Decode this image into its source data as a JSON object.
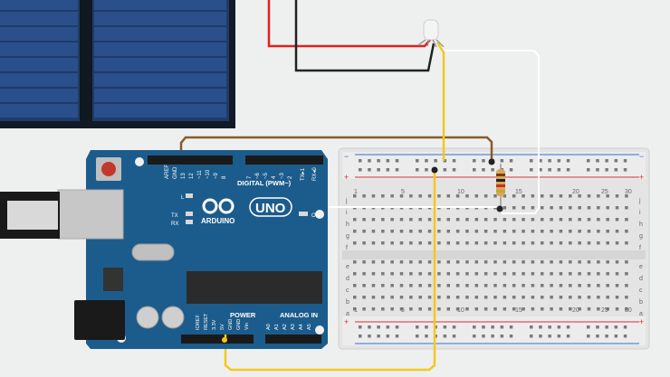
{
  "arduino": {
    "brand": "ARDUINO",
    "model": "UNO",
    "digital_label": "DIGITAL (PWM~)",
    "power_label": "POWER",
    "analog_label": "ANALOG IN",
    "aref": "AREF",
    "gnd": "GND",
    "pin_13": "13",
    "pin_12": "12",
    "pin_11": "~11",
    "pin_10": "~10",
    "pin_9": "~9",
    "pin_8": "8",
    "pin_7": "7",
    "pin_6": "~6",
    "pin_5": "~5",
    "pin_4": "4",
    "pin_3": "~3",
    "pin_2": "2",
    "pin_1": "TX▸1",
    "pin_0": "RX◂0",
    "led_l": "L",
    "led_tx": "TX",
    "led_rx": "RX",
    "on": "ON",
    "ioref": "IOREF",
    "reset": "RESET",
    "v33": "3.3V",
    "v5": "5V",
    "gnd2": "GND",
    "gnd3": "GND",
    "vin": "Vin",
    "a0": "A0",
    "a1": "A1",
    "a2": "A2",
    "a3": "A3",
    "a4": "A4",
    "a5": "A5"
  },
  "breadboard": {
    "col_1": "1",
    "col_5": "5",
    "col_10": "10",
    "col_15": "15",
    "col_20": "20",
    "col_25": "25",
    "col_30": "30",
    "row_a": "a",
    "row_b": "b",
    "row_c": "c",
    "row_d": "d",
    "row_e": "e",
    "row_f": "f",
    "row_g": "g",
    "row_h": "h",
    "row_i": "i",
    "row_j": "j",
    "plus": "+",
    "minus": "−"
  },
  "colors": {
    "board": "#1c5c8c",
    "breadboard": "#e4e4e4",
    "wire_red": "#e02020",
    "wire_black": "#222222",
    "wire_yellow": "#f2c81e",
    "wire_brown": "#8a5a2b",
    "wire_white": "#ffffff",
    "panel": "#0f2a4f"
  }
}
